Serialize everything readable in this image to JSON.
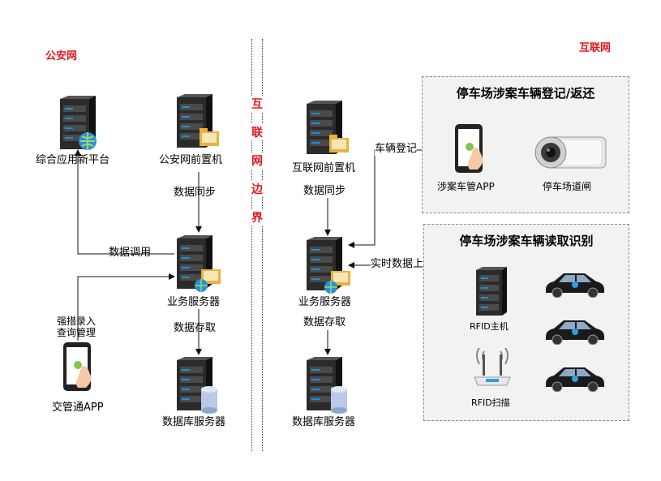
{
  "zones": {
    "left_label": "公安网",
    "right_label": "互联网",
    "boundary_chars": [
      "互",
      "联",
      "网",
      "边",
      "界"
    ]
  },
  "nodes": {
    "integrated_platform": "综合应用新平台",
    "police_front": "公安网前置机",
    "police_business": "业务服务器",
    "police_db": "数据库服务器",
    "traffic_app": "交管通APP",
    "internet_front": "互联网前置机",
    "internet_business": "业务服务器",
    "internet_db": "数据库服务器"
  },
  "edges": {
    "data_sync_left": "数据同步",
    "data_call": "数据调用",
    "strong_entry_line1": "强措录入",
    "strong_entry_line2": "查询管理",
    "data_store_left": "数据存取",
    "data_sync_right": "数据同步",
    "vehicle_register": "车辆登记",
    "realtime_report": "实时数据上报",
    "data_store_right": "数据存取"
  },
  "panel_register": {
    "title": "停车场涉案车辆登记/返还",
    "app_label": "涉案车管APP",
    "gate_label": "停车场道闸"
  },
  "panel_rfid": {
    "title": "停车场涉案车辆读取识别",
    "host_label": "RFID主机",
    "scan_label": "RFID扫描"
  },
  "colors": {
    "zone_label": "#e8141a",
    "server_body": "#2b2b2b",
    "panel_bg": "#f2f2f2",
    "car_body": "#1a1a1a"
  }
}
